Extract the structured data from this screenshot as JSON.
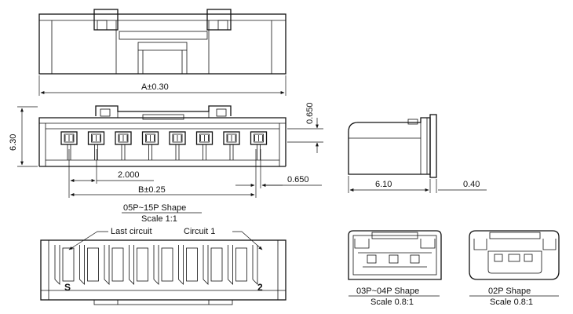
{
  "dimensions": {
    "a_width": "A±0.30",
    "height": "6.30",
    "top_offset": "0.650",
    "pitch": "2.000",
    "b_width": "B±0.25",
    "end_offset": "0.650",
    "side_depth": "6.10",
    "side_lip": "0.40"
  },
  "labels": {
    "main_shape": "05P~15P Shape",
    "main_scale": "Scale 1:1",
    "last_circuit": "Last circuit",
    "circuit_1": "Circuit 1",
    "pin_s": "S",
    "pin_2": "2",
    "small_shape_1": "03P~04P Shape",
    "small_scale_1": "Scale 0.8:1",
    "small_shape_2": "02P Shape",
    "small_scale_2": "Scale 0.8:1"
  }
}
